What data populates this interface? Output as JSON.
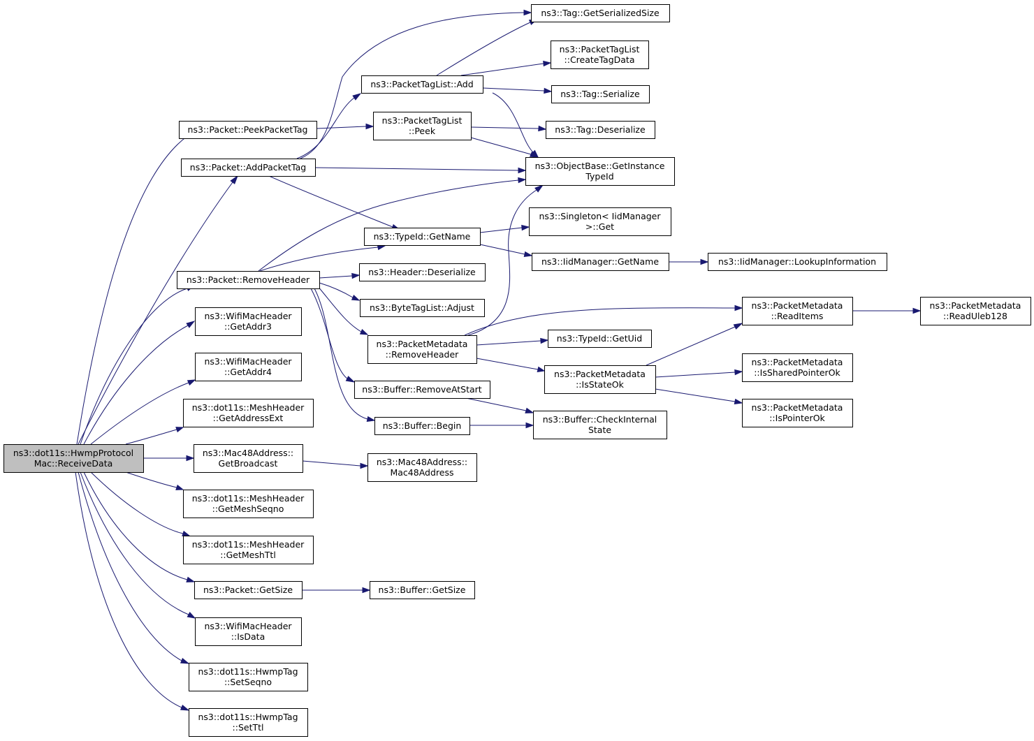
{
  "diagram": {
    "type": "call-graph",
    "root": "root",
    "colors": {
      "edge": "#191970",
      "root_fill": "#bfbfbf",
      "node_fill": "#ffffff",
      "node_border": "#000000"
    },
    "nodes": [
      {
        "id": "root",
        "lines": [
          "ns3::dot11s::HwmpProtocol",
          "Mac::ReceiveData"
        ]
      },
      {
        "id": "peekPacketTag",
        "lines": [
          "ns3::Packet::PeekPacketTag"
        ]
      },
      {
        "id": "addPacketTag",
        "lines": [
          "ns3::Packet::AddPacketTag"
        ]
      },
      {
        "id": "removeHeader",
        "lines": [
          "ns3::Packet::RemoveHeader"
        ]
      },
      {
        "id": "getAddr3",
        "lines": [
          "ns3::WifiMacHeader",
          "::GetAddr3"
        ]
      },
      {
        "id": "getAddr4",
        "lines": [
          "ns3::WifiMacHeader",
          "::GetAddr4"
        ]
      },
      {
        "id": "getAddressExt",
        "lines": [
          "ns3::dot11s::MeshHeader",
          "::GetAddressExt"
        ]
      },
      {
        "id": "getBroadcast",
        "lines": [
          "ns3::Mac48Address::",
          "GetBroadcast"
        ]
      },
      {
        "id": "getMeshSeqno",
        "lines": [
          "ns3::dot11s::MeshHeader",
          "::GetMeshSeqno"
        ]
      },
      {
        "id": "getMeshTtl",
        "lines": [
          "ns3::dot11s::MeshHeader",
          "::GetMeshTtl"
        ]
      },
      {
        "id": "getSize",
        "lines": [
          "ns3::Packet::GetSize"
        ]
      },
      {
        "id": "isData",
        "lines": [
          "ns3::WifiMacHeader",
          "::IsData"
        ]
      },
      {
        "id": "setSeqno",
        "lines": [
          "ns3::dot11s::HwmpTag",
          "::SetSeqno"
        ]
      },
      {
        "id": "setTtl",
        "lines": [
          "ns3::dot11s::HwmpTag",
          "::SetTtl"
        ]
      },
      {
        "id": "tagListAdd",
        "lines": [
          "ns3::PacketTagList::Add"
        ]
      },
      {
        "id": "tagListPeek",
        "lines": [
          "ns3::PacketTagList",
          "::Peek"
        ]
      },
      {
        "id": "typeIdGetName",
        "lines": [
          "ns3::TypeId::GetName"
        ]
      },
      {
        "id": "headerDeserialize",
        "lines": [
          "ns3::Header::Deserialize"
        ]
      },
      {
        "id": "byteTagAdjust",
        "lines": [
          "ns3::ByteTagList::Adjust"
        ]
      },
      {
        "id": "metaRemoveHeader",
        "lines": [
          "ns3::PacketMetadata",
          "::RemoveHeader"
        ]
      },
      {
        "id": "bufRemoveAtStart",
        "lines": [
          "ns3::Buffer::RemoveAtStart"
        ]
      },
      {
        "id": "bufBegin",
        "lines": [
          "ns3::Buffer::Begin"
        ]
      },
      {
        "id": "mac48Ctor",
        "lines": [
          "ns3::Mac48Address::",
          "Mac48Address"
        ]
      },
      {
        "id": "bufGetSize",
        "lines": [
          "ns3::Buffer::GetSize"
        ]
      },
      {
        "id": "tagGetSerializedSize",
        "lines": [
          "ns3::Tag::GetSerializedSize"
        ]
      },
      {
        "id": "createTagData",
        "lines": [
          "ns3::PacketTagList",
          "::CreateTagData"
        ]
      },
      {
        "id": "tagSerialize",
        "lines": [
          "ns3::Tag::Serialize"
        ]
      },
      {
        "id": "tagDeserialize",
        "lines": [
          "ns3::Tag::Deserialize"
        ]
      },
      {
        "id": "getInstanceTypeId",
        "lines": [
          "ns3::ObjectBase::GetInstance",
          "TypeId"
        ]
      },
      {
        "id": "singletonGet",
        "lines": [
          "ns3::Singleton< IidManager",
          ">::Get"
        ]
      },
      {
        "id": "iidGetName",
        "lines": [
          "ns3::IidManager::GetName"
        ]
      },
      {
        "id": "typeIdGetUid",
        "lines": [
          "ns3::TypeId::GetUid"
        ]
      },
      {
        "id": "isStateOk",
        "lines": [
          "ns3::PacketMetadata",
          "::IsStateOk"
        ]
      },
      {
        "id": "checkInternalState",
        "lines": [
          "ns3::Buffer::CheckInternal",
          "State"
        ]
      },
      {
        "id": "lookupInformation",
        "lines": [
          "ns3::IidManager::LookupInformation"
        ]
      },
      {
        "id": "readItems",
        "lines": [
          "ns3::PacketMetadata",
          "::ReadItems"
        ]
      },
      {
        "id": "isSharedPointerOk",
        "lines": [
          "ns3::PacketMetadata",
          "::IsSharedPointerOk"
        ]
      },
      {
        "id": "isPointerOk",
        "lines": [
          "ns3::PacketMetadata",
          "::IsPointerOk"
        ]
      },
      {
        "id": "readUleb128",
        "lines": [
          "ns3::PacketMetadata",
          "::ReadUleb128"
        ]
      }
    ],
    "edges": [
      {
        "from": "root",
        "to": "peekPacketTag"
      },
      {
        "from": "root",
        "to": "addPacketTag"
      },
      {
        "from": "root",
        "to": "removeHeader"
      },
      {
        "from": "root",
        "to": "getAddr3"
      },
      {
        "from": "root",
        "to": "getAddr4"
      },
      {
        "from": "root",
        "to": "getAddressExt"
      },
      {
        "from": "root",
        "to": "getBroadcast"
      },
      {
        "from": "root",
        "to": "getMeshSeqno"
      },
      {
        "from": "root",
        "to": "getMeshTtl"
      },
      {
        "from": "root",
        "to": "getSize"
      },
      {
        "from": "root",
        "to": "isData"
      },
      {
        "from": "root",
        "to": "setSeqno"
      },
      {
        "from": "root",
        "to": "setTtl"
      },
      {
        "from": "peekPacketTag",
        "to": "tagListPeek"
      },
      {
        "from": "addPacketTag",
        "to": "tagListAdd"
      },
      {
        "from": "addPacketTag",
        "to": "tagGetSerializedSize"
      },
      {
        "from": "addPacketTag",
        "to": "getInstanceTypeId"
      },
      {
        "from": "addPacketTag",
        "to": "typeIdGetName"
      },
      {
        "from": "removeHeader",
        "to": "getInstanceTypeId"
      },
      {
        "from": "removeHeader",
        "to": "typeIdGetName"
      },
      {
        "from": "removeHeader",
        "to": "headerDeserialize"
      },
      {
        "from": "removeHeader",
        "to": "byteTagAdjust"
      },
      {
        "from": "removeHeader",
        "to": "metaRemoveHeader"
      },
      {
        "from": "removeHeader",
        "to": "bufRemoveAtStart"
      },
      {
        "from": "removeHeader",
        "to": "bufBegin"
      },
      {
        "from": "getBroadcast",
        "to": "mac48Ctor"
      },
      {
        "from": "getSize",
        "to": "bufGetSize"
      },
      {
        "from": "tagListAdd",
        "to": "tagGetSerializedSize"
      },
      {
        "from": "tagListAdd",
        "to": "createTagData"
      },
      {
        "from": "tagListAdd",
        "to": "tagSerialize"
      },
      {
        "from": "tagListAdd",
        "to": "getInstanceTypeId"
      },
      {
        "from": "tagListPeek",
        "to": "tagDeserialize"
      },
      {
        "from": "tagListPeek",
        "to": "getInstanceTypeId"
      },
      {
        "from": "typeIdGetName",
        "to": "singletonGet"
      },
      {
        "from": "typeIdGetName",
        "to": "iidGetName"
      },
      {
        "from": "iidGetName",
        "to": "lookupInformation"
      },
      {
        "from": "metaRemoveHeader",
        "to": "getInstanceTypeId"
      },
      {
        "from": "metaRemoveHeader",
        "to": "readItems"
      },
      {
        "from": "metaRemoveHeader",
        "to": "typeIdGetUid"
      },
      {
        "from": "metaRemoveHeader",
        "to": "isStateOk"
      },
      {
        "from": "isStateOk",
        "to": "readItems"
      },
      {
        "from": "isStateOk",
        "to": "isSharedPointerOk"
      },
      {
        "from": "isStateOk",
        "to": "isPointerOk"
      },
      {
        "from": "bufRemoveAtStart",
        "to": "checkInternalState"
      },
      {
        "from": "bufBegin",
        "to": "checkInternalState"
      },
      {
        "from": "readItems",
        "to": "readUleb128"
      }
    ]
  }
}
